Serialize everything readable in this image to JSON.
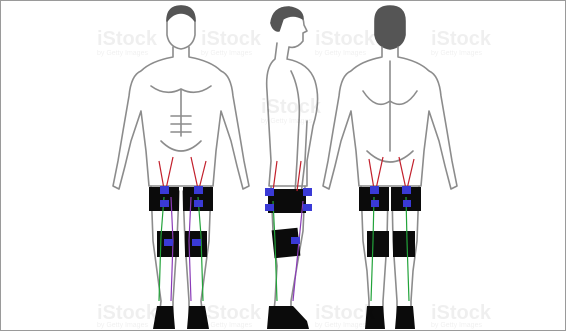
{
  "views": [
    {
      "name": "front-view"
    },
    {
      "name": "side-view"
    },
    {
      "name": "back-view"
    }
  ],
  "colors": {
    "outline": "#8c8c8c",
    "sleeve": "#0b0b0b",
    "sensor": "#3a3ad6",
    "wire_red": "#c2202c",
    "wire_green": "#22a33a",
    "wire_purple": "#8a3bb8",
    "hair": "#555555"
  },
  "watermark": {
    "brand": "iStock",
    "credit": "by Getty Images"
  }
}
